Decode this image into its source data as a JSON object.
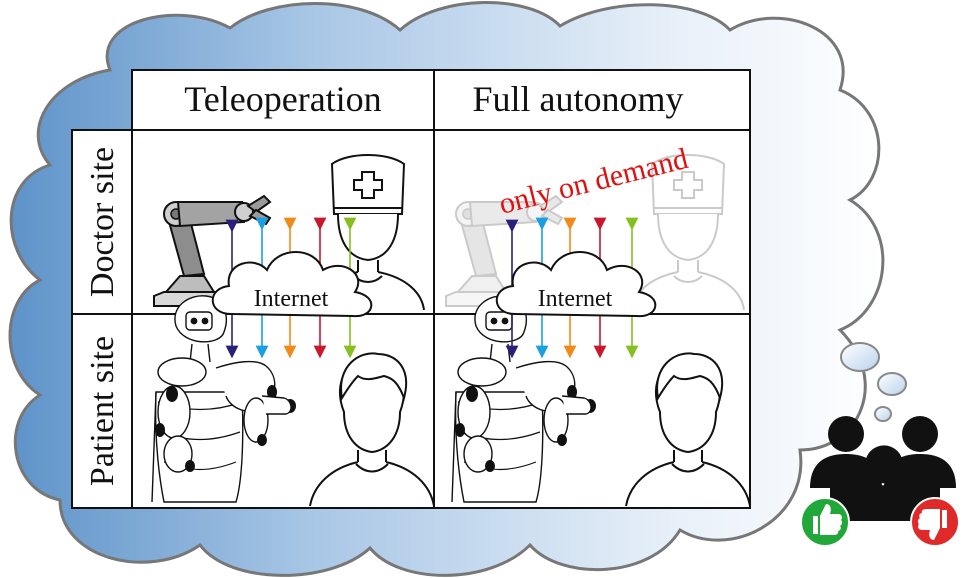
{
  "headers": {
    "col1": "Teleoperation",
    "col2": "Full autonomy"
  },
  "rows": {
    "row1": "Doctor site",
    "row2": "Patient site"
  },
  "cells": {
    "internet_left": "Internet",
    "internet_right": "Internet",
    "on_demand": "only on demand"
  },
  "colors": {
    "thought_bubble_gradient": [
      "#6e9fd0",
      "#ffffff"
    ],
    "arrow_colors": [
      "#2a1f7a",
      "#1aa0e0",
      "#f08a1a",
      "#c8182e",
      "#86c020"
    ],
    "on_demand_text": "#e01010",
    "thumb_up_badge": "#22a83a",
    "thumb_down_badge": "#e02a2a"
  },
  "icons": [
    "robot-arm-icon",
    "doctor-icon",
    "cloud-icon",
    "humanoid-robot-icon",
    "patient-icon",
    "people-group-icon",
    "thumb-up-icon",
    "thumb-down-icon"
  ]
}
